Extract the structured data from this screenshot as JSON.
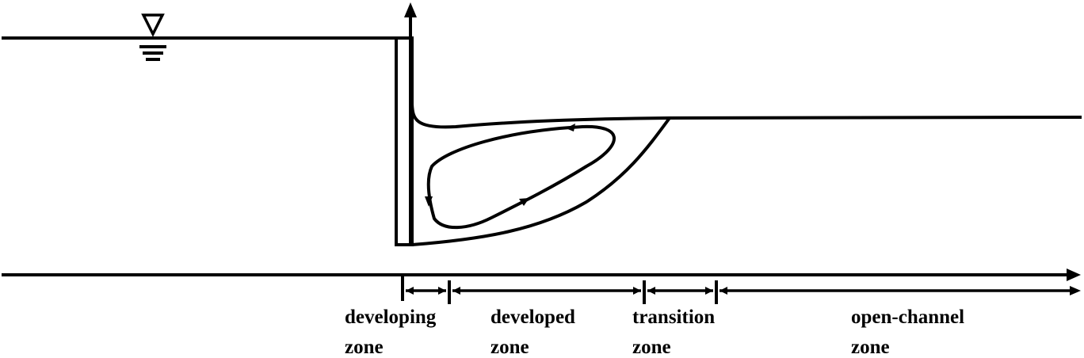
{
  "diagram": {
    "stroke_color": "#000000",
    "background_color": "#ffffff",
    "elements": [
      "water-surface-symbol",
      "sluice-gate",
      "vertical-axis-arrow",
      "upstream-water-surface",
      "downstream-water-surface",
      "recirculation-eddy",
      "horizontal-axis-arrow",
      "zone-dimension-arrows"
    ]
  },
  "zones": [
    {
      "line1": "developing",
      "line2": "zone"
    },
    {
      "line1": "developed",
      "line2": "zone"
    },
    {
      "line1": "transition",
      "line2": "zone"
    },
    {
      "line1": "open-channel",
      "line2": "zone"
    }
  ]
}
